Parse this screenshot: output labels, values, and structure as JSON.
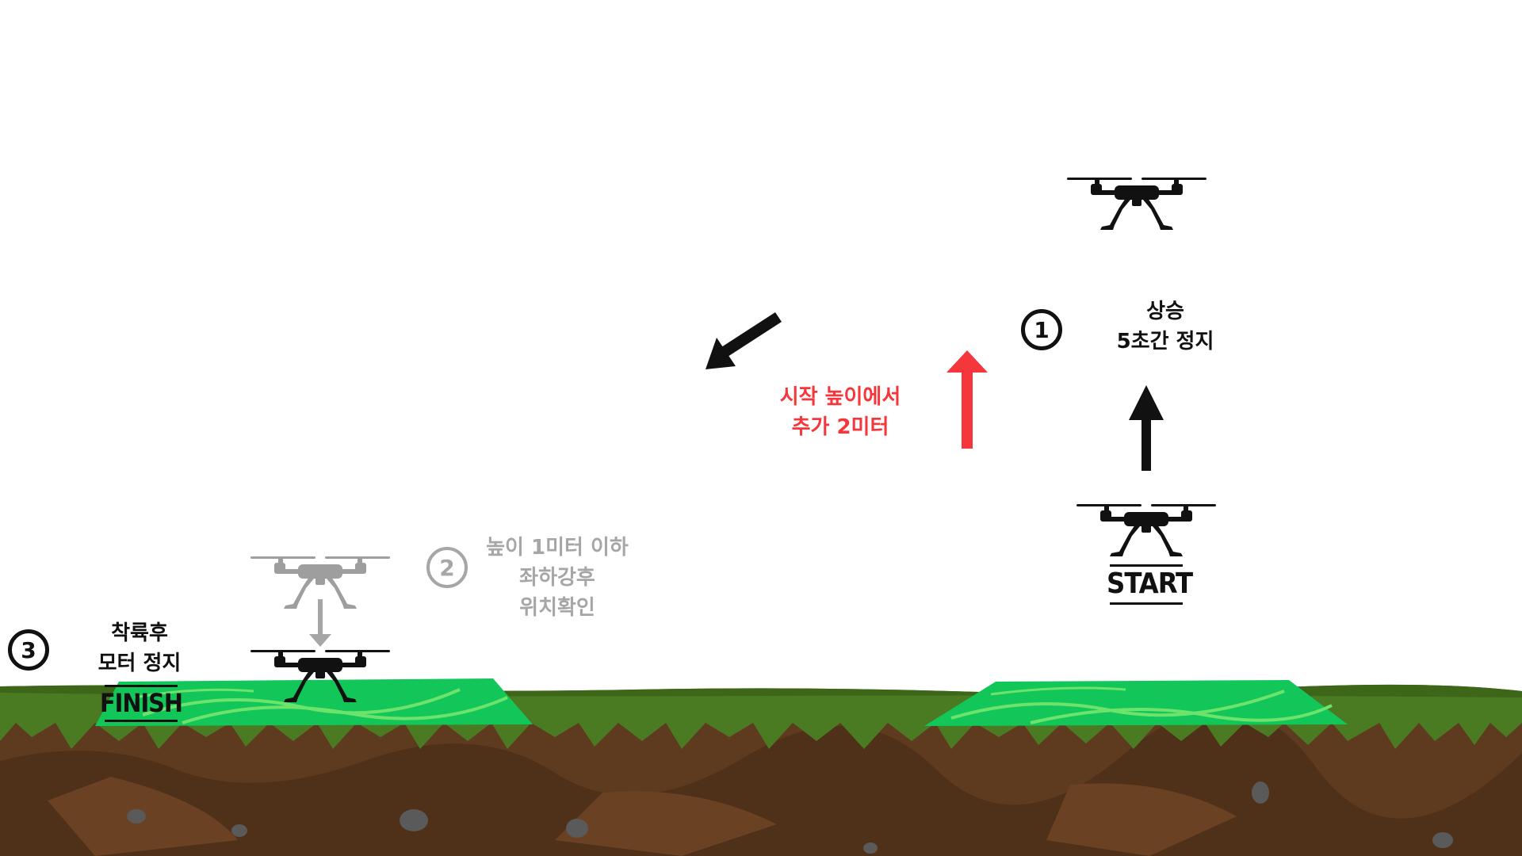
{
  "step1": {
    "number": "1",
    "line1": "상승",
    "line2": "5초간 정지"
  },
  "ascent_note": {
    "line1": "시작 높이에서",
    "line2": "추가 2미터",
    "color": "#f5373b"
  },
  "step2": {
    "number": "2",
    "line1": "높이 1미터 이하",
    "line2": "좌하강후",
    "line3": "위치확인",
    "color": "#a6a6a6"
  },
  "step3": {
    "number": "3",
    "line1": "착륙후",
    "line2": "모터 정지"
  },
  "start_pad": {
    "label": "START"
  },
  "finish_pad": {
    "label": "FINISH"
  },
  "colors": {
    "grass": "#4a7a22",
    "soil": "#5e3a1f",
    "pad": "#12c65a",
    "pad_stripe": "#6ee36b",
    "drone": "#111111",
    "drone_ghost": "#9e9e9e"
  },
  "icons": [
    "drone-icon",
    "arrow-up-icon",
    "arrow-down-left-icon",
    "arrow-down-icon"
  ]
}
